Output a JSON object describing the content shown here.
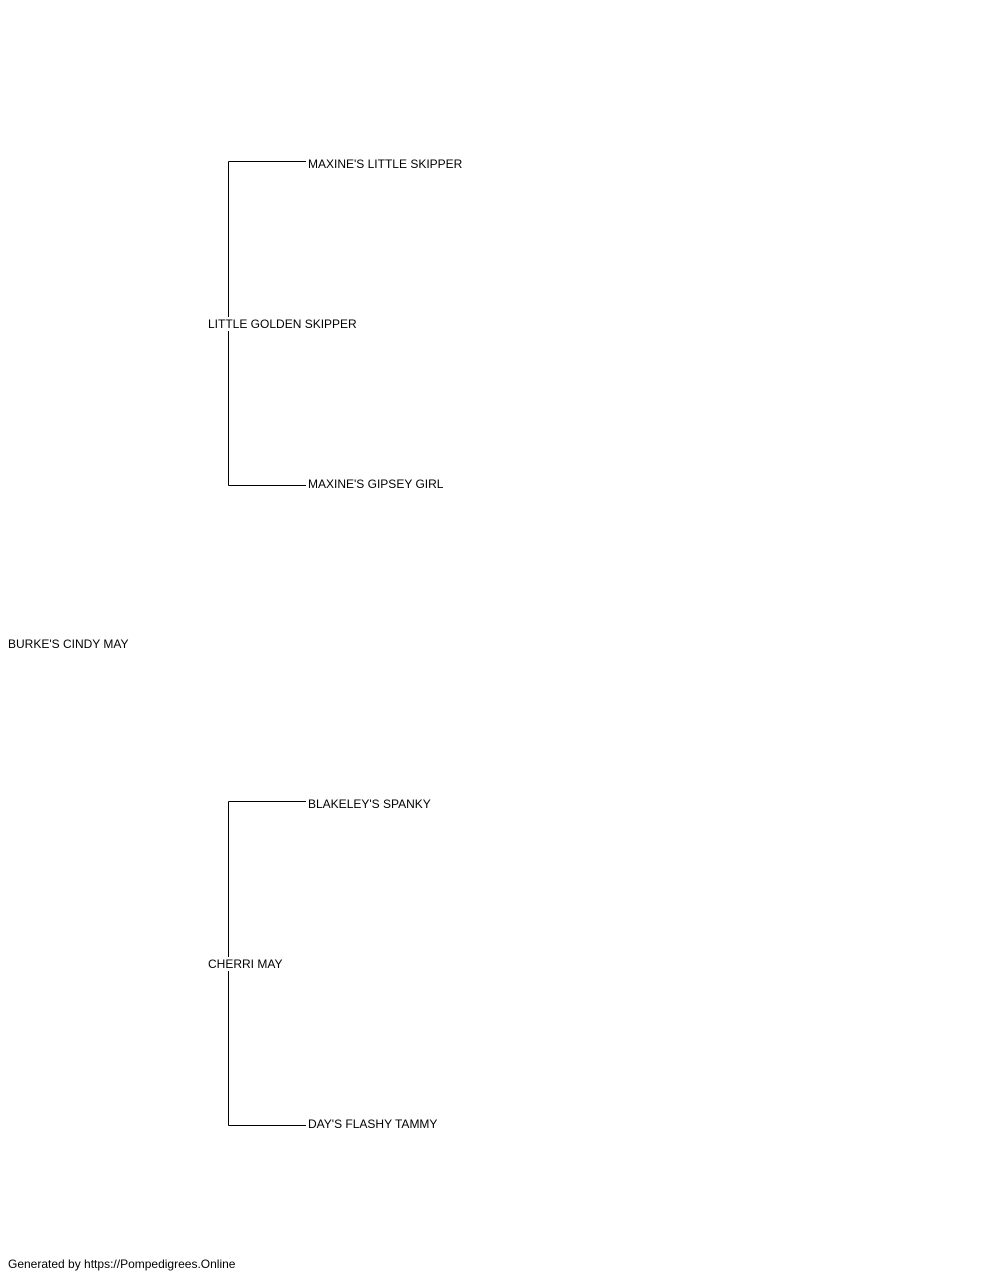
{
  "pedigree": {
    "subject": "BURKE'S CINDY MAY",
    "sire": {
      "name": "LITTLE GOLDEN SKIPPER",
      "sire": "MAXINE'S LITTLE SKIPPER",
      "dam": "MAXINE'S GIPSEY GIRL"
    },
    "dam": {
      "name": "CHERRI MAY",
      "sire": "BLAKELEY'S SPANKY",
      "dam": "DAY'S FLASHY TAMMY"
    }
  },
  "footer": {
    "credit": "Generated by https://Pompedigrees.Online"
  },
  "colors": {
    "line": "#000000",
    "text": "#000000",
    "background": "#ffffff"
  }
}
